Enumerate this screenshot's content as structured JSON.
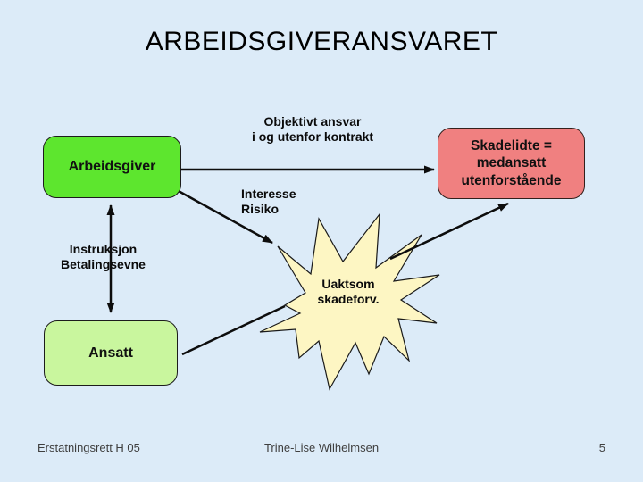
{
  "title": "ARBEIDSGIVERANSVARET",
  "diagram": {
    "employer_box": "Arbeidsgiver",
    "employee_box": "Ansatt",
    "victim_box": "Skadelidte =\nmedansatt\nutenforstående",
    "star_label": "Uaktsom\nskadeforv.",
    "label_objective_liability": "Objektivt ansvar\ni og utenfor kontrakt",
    "label_interest_risk": "Interesse\nRisiko",
    "label_instruction_solvency": "Instruksjon\nBetalingsevne"
  },
  "footer": {
    "left": "Erstatningsrett H 05",
    "center": "Trine-Lise Wilhelmsen",
    "page_number": "5"
  },
  "colors": {
    "background": "#dcebf8",
    "employer_box_fill": "#5de62e",
    "employee_box_fill": "#c9f69e",
    "victim_box_fill": "#f08080",
    "star_fill": "#fdf6c3",
    "line": "#0d0d0d"
  }
}
